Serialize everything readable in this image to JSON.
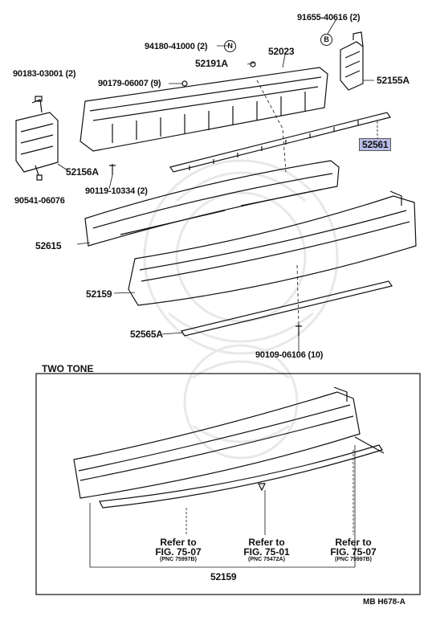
{
  "labels": {
    "p91655": "91655-40616 (2)",
    "p94180": "94180-41000 (2)",
    "p52023": "52023",
    "p52191A": "52191A",
    "p52155A": "52155A",
    "p90183": "90183-03001 (2)",
    "p90179": "90179-06007 (9)",
    "p52561": "52561",
    "p52156A": "52156A",
    "p90119": "90119-10334 (2)",
    "p90541": "90541-06076",
    "p52615": "52615",
    "p52159": "52159",
    "p52565A": "52565A",
    "p90109": "90109-06106 (10)",
    "p52159b": "52159"
  },
  "markers": {
    "n": "N",
    "b": "B"
  },
  "inset": {
    "title": "TWO TONE"
  },
  "refs": [
    {
      "line1": "Refer to",
      "line2": "FIG. 75-07",
      "line3": "(PNC 75997B)"
    },
    {
      "line1": "Refer to",
      "line2": "FIG. 75-01",
      "line3": "(PNC 75472A)"
    },
    {
      "line1": "Refer to",
      "line2": "FIG. 75-07",
      "line3": "(PNC 75997B)"
    }
  ],
  "footer": "MB  H678-A",
  "colors": {
    "highlight": "#b9bde8",
    "ink": "#111111",
    "watermark": "#e6e6e6"
  }
}
